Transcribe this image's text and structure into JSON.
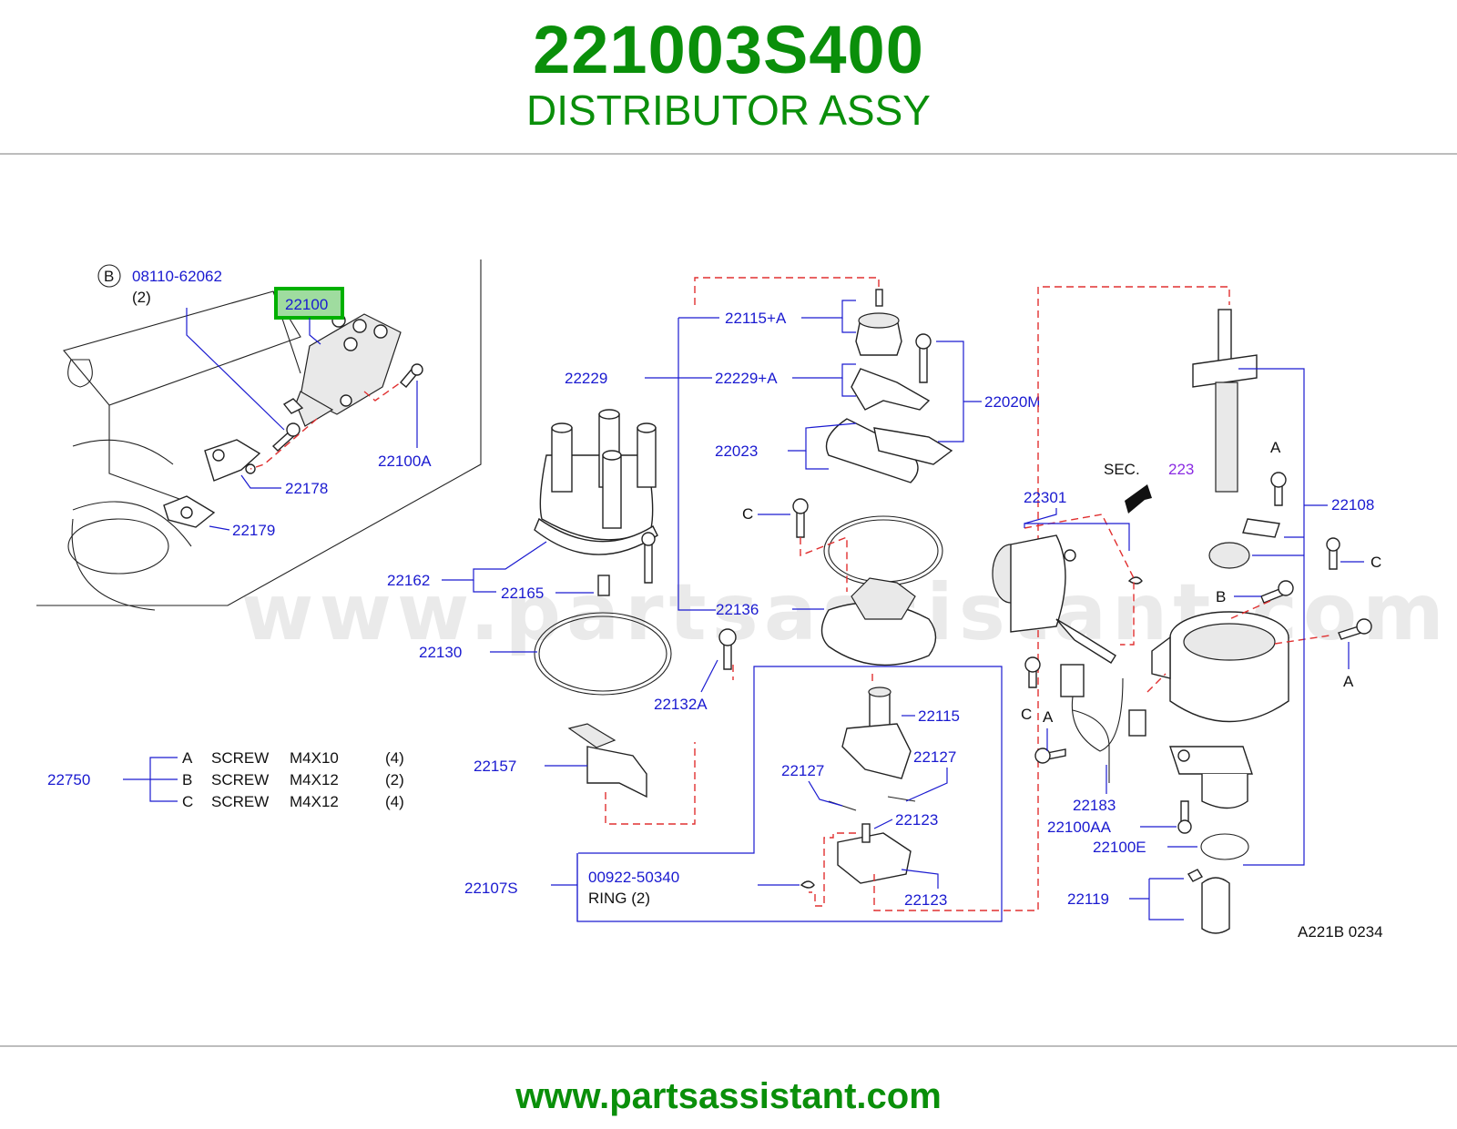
{
  "header": {
    "part_number": "221003S400",
    "part_name": "DISTRIBUTOR ASSY"
  },
  "footer": {
    "url": "www.partsassistant.com"
  },
  "watermark": "www.partsassistant.com",
  "colors": {
    "brand_green": "#0a8f0a",
    "label_blue": "#1a1ad0",
    "highlight_green": "#00b000",
    "sec_purple": "#8a2be2",
    "leader_red": "#e03030"
  },
  "callouts": {
    "c08110": "08110-62062",
    "c08110_qty": "(2)",
    "c08110_mark": "B",
    "c22100": "22100",
    "c22100A": "22100A",
    "c22178": "22178",
    "c22179": "22179",
    "c22115A": "22115+A",
    "c22229": "22229",
    "c22229A": "22229+A",
    "c22020M": "22020M",
    "c22023": "22023",
    "c22162": "22162",
    "c22165": "22165",
    "c22136": "22136",
    "c22130": "22130",
    "c22132A": "22132A",
    "c22157": "22157",
    "c22115": "22115",
    "c22127a": "22127",
    "c22127b": "22127",
    "c22123a": "22123",
    "c22123b": "22123",
    "c22107S": "22107S",
    "c00922": "00922-50340",
    "ring": "RING   (2)",
    "c22301": "22301",
    "sec": "SEC.",
    "sec_num": "223",
    "c22108": "22108",
    "c22183": "22183",
    "c22100AA": "22100AA",
    "c22100E": "22100E",
    "c22119": "22119",
    "ref_code": "A221B   0234",
    "mark_A1": "A",
    "mark_A2": "A",
    "mark_A3": "A",
    "mark_B": "B",
    "mark_C1": "C",
    "mark_C2": "C",
    "mark_C3": "C"
  },
  "screw_table": {
    "group": "22750",
    "rows": [
      {
        "key": "A",
        "name": "SCREW",
        "size": "M4X10",
        "qty": "(4)"
      },
      {
        "key": "B",
        "name": "SCREW",
        "size": "M4X12",
        "qty": "(2)"
      },
      {
        "key": "C",
        "name": "SCREW",
        "size": "M4X12",
        "qty": "(4)"
      }
    ]
  }
}
